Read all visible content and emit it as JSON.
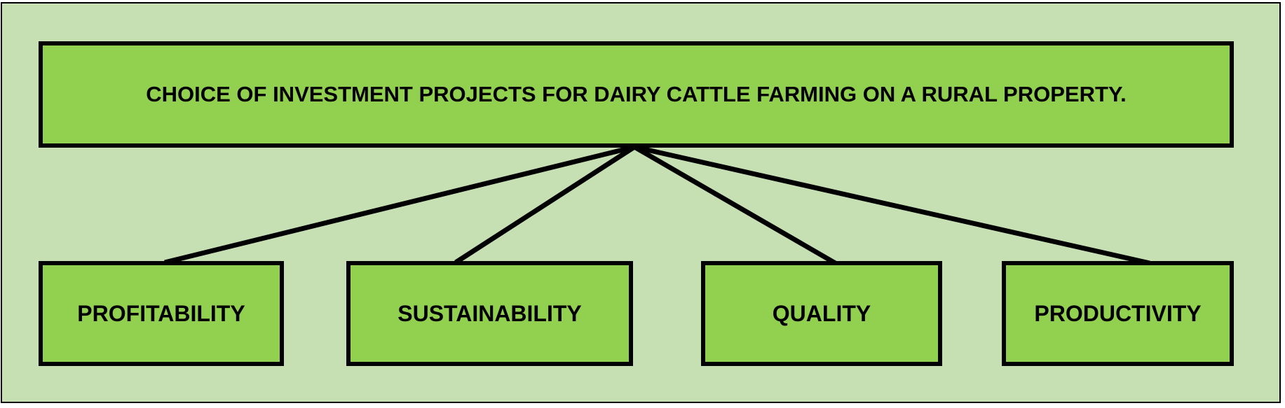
{
  "diagram": {
    "root": {
      "label": "CHOICE OF INVESTMENT PROJECTS FOR DAIRY CATTLE FARMING ON A RURAL PROPERTY."
    },
    "children": [
      {
        "label": "PROFITABILITY"
      },
      {
        "label": "SUSTAINABILITY"
      },
      {
        "label": "QUALITY"
      },
      {
        "label": "PRODUCTIVITY"
      }
    ]
  },
  "colors": {
    "background": "#c6e0b4",
    "box_fill": "#92d050",
    "border": "#000000",
    "text": "#000000"
  }
}
